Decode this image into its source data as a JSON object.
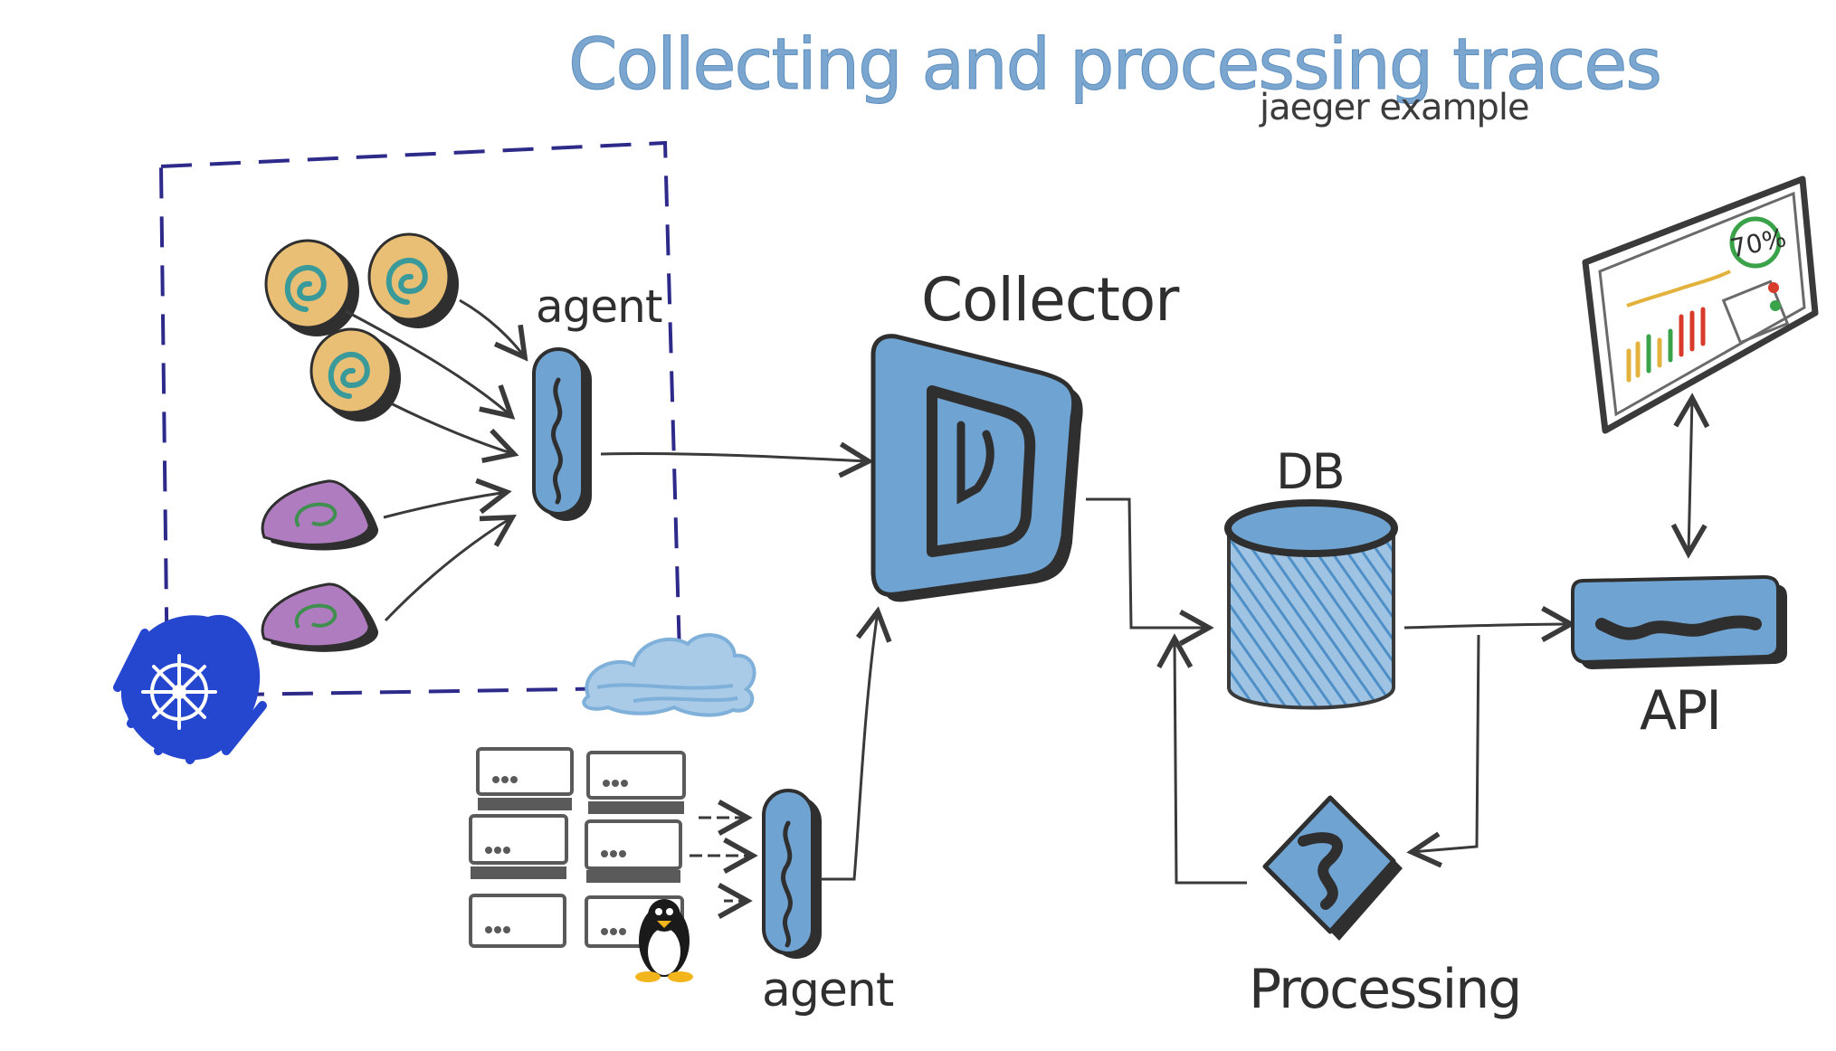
{
  "diagram": {
    "title": "Collecting and processing traces",
    "subtitle": "jaeger example",
    "labels": {
      "agent_top": "agent",
      "agent_bottom": "agent",
      "collector": "Collector",
      "db": "DB",
      "api": "API",
      "processing": "Processing",
      "dashboard_percent": "70%"
    },
    "colors": {
      "title_blue": "#7aa6cf",
      "component_blue": "#6fa3d2",
      "outline_dark": "#2f2f2f",
      "cluster_border": "#2e2a8a",
      "kubernetes_blue": "#2546cf",
      "service_orange": "#e8bf74",
      "service_teal": "#3a9a9a",
      "service_purple": "#b07cc0",
      "service_green": "#3f8f4f",
      "dashboard_green": "#3aa34a",
      "dashboard_red": "#d93b2b",
      "dashboard_yellow": "#e3b23c"
    },
    "icons": {
      "kubernetes": "kubernetes-helm-icon",
      "linux": "linux-penguin-icon",
      "cloud": "cloud-icon",
      "servers": "server-rack-icon",
      "dashboard": "monitor-dashboard-icon"
    }
  }
}
